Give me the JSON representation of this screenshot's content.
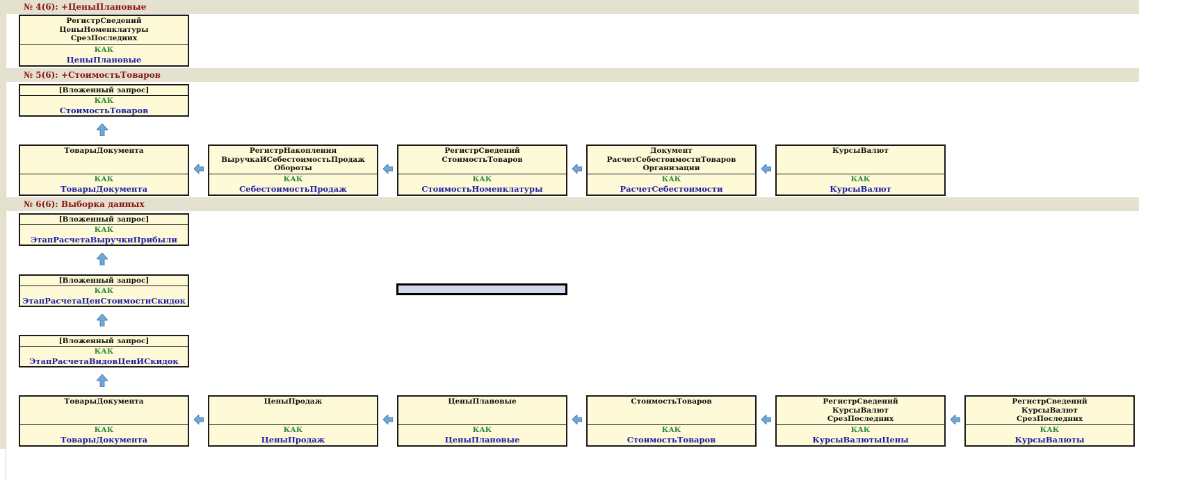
{
  "colors": {
    "header_bg": "#e4e1ce",
    "header_text": "#8b1212",
    "box_bg": "#fef9d6",
    "as_text": "#2e8b3d",
    "alias_text": "#1c1ca8",
    "arrow": "#6fa8d8"
  },
  "sections": [
    {
      "title": "№ 4(6): +ЦеныПлановые"
    },
    {
      "title": "№ 5(6): +СтоимостьТоваров"
    },
    {
      "title": "№ 6(6): Выборка данных"
    }
  ],
  "as_keyword": "КАК",
  "s4": {
    "tables": [
      {
        "source": "РегистрСведений\nЦеныНоменклатуры\nСрезПоследних",
        "alias": "ЦеныПлановые"
      }
    ]
  },
  "s5": {
    "subquery": {
      "source": "[Вложенный запрос]",
      "alias": "СтоимостьТоваров"
    },
    "tables": [
      {
        "source": "ТоварыДокумента",
        "alias": "ТоварыДокумента"
      },
      {
        "source": "РегистрНакопления\nВыручкаИСебестоимостьПродаж\nОбороты",
        "alias": "СебестоимостьПродаж"
      },
      {
        "source": "РегистрСведений\nСтоимостьТоваров",
        "alias": "СтоимостьНоменклатуры"
      },
      {
        "source": "Документ\nРасчетСебестоимостиТоваров\nОрганизации",
        "alias": "РасчетСебестоимости"
      },
      {
        "source": "КурсыВалют",
        "alias": "КурсыВалют"
      }
    ]
  },
  "s6": {
    "subqueries": [
      {
        "source": "[Вложенный запрос]",
        "alias": "ЭтапРасчетаВыручкиПрибыли"
      },
      {
        "source": "[Вложенный запрос]",
        "alias": "ЭтапРасчетаЦенСтоимостиСкидок"
      },
      {
        "source": "[Вложенный запрос]",
        "alias": "ЭтапРасчетаВидовЦенИСкидок"
      }
    ],
    "tables": [
      {
        "source": "ТоварыДокумента",
        "alias": "ТоварыДокумента"
      },
      {
        "source": "ЦеныПродаж",
        "alias": "ЦеныПродаж"
      },
      {
        "source": "ЦеныПлановые",
        "alias": "ЦеныПлановые"
      },
      {
        "source": "СтоимостьТоваров",
        "alias": "СтоимостьТоваров"
      },
      {
        "source": "РегистрСведений\nКурсыВалют\nСрезПоследних",
        "alias": "КурсыВалютыЦены"
      },
      {
        "source": "РегистрСведений\nКурсыВалют\nСрезПоследних",
        "alias": "КурсыВалюты"
      }
    ]
  }
}
